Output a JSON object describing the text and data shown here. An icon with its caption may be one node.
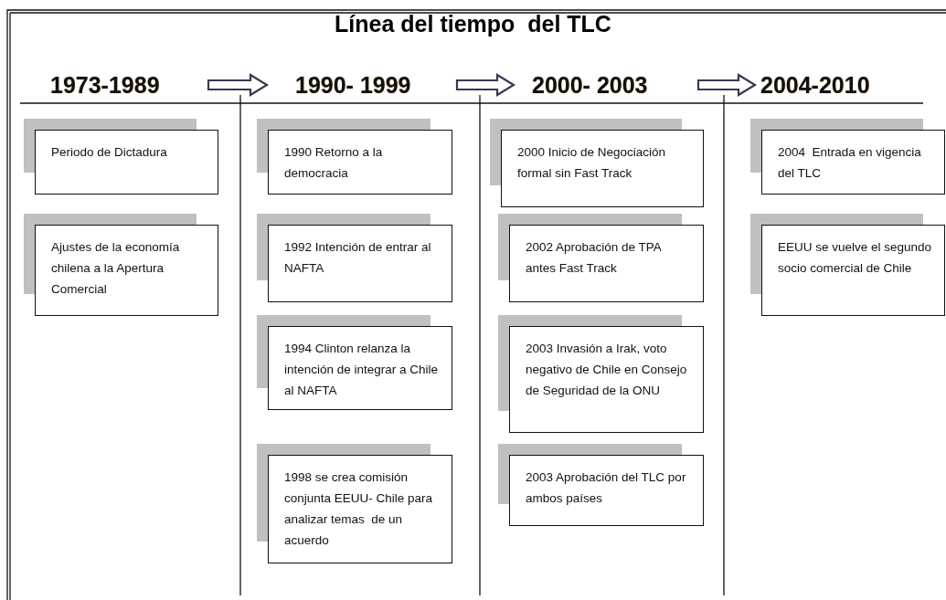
{
  "diagram": {
    "title": "Línea del tiempo  del TLC",
    "nodes": [
      {
        "text": [
          "1973-1989"
        ]
      },
      {
        "text": [
          "1990- 1999"
        ]
      },
      {
        "text": [
          "2000- 2003"
        ]
      },
      {
        "text": [
          "2004-2010"
        ]
      },
      {
        "text": [
          "Periodo de Dictadura"
        ]
      },
      {
        "text": [
          "Ajustes de la economía chilena a la Apertura Comercial"
        ]
      },
      {
        "text": [
          "1990 Retorno a la democracia"
        ]
      },
      {
        "text": [
          "1992 Intención de entrar al NAFTA"
        ]
      },
      {
        "text": [
          "1994 Clinton relanza la intención de integrar a Chile al NAFTA"
        ]
      },
      {
        "text": [
          "1998 se crea comisión conjunta EEUU- Chile para analizar temas  de un acuerdo"
        ]
      },
      {
        "text": [
          "2000 Inicio de Negociación formal sin Fast Track"
        ]
      },
      {
        "text": [
          "2002 Aprobación de TPA antes Fast Track"
        ]
      },
      {
        "text": [
          "2003 Invasión a Irak, voto negativo de Chile en Consejo de Seguridad de la ONU"
        ]
      },
      {
        "text": [
          "2003 Aprobación del TLC por ambos países"
        ]
      },
      {
        "text": [
          "2004  Entrada en vigencia del TLC"
        ]
      },
      {
        "text": [
          "EEUU se vuelve el segundo socio comercial de Chile"
        ]
      }
    ],
    "edges": [
      {
        "from": 0,
        "to": 1,
        "arrow": "to"
      },
      {
        "from": 1,
        "to": 2,
        "arrow": "to"
      },
      {
        "from": 2,
        "to": 3,
        "arrow": "to"
      }
    ]
  }
}
